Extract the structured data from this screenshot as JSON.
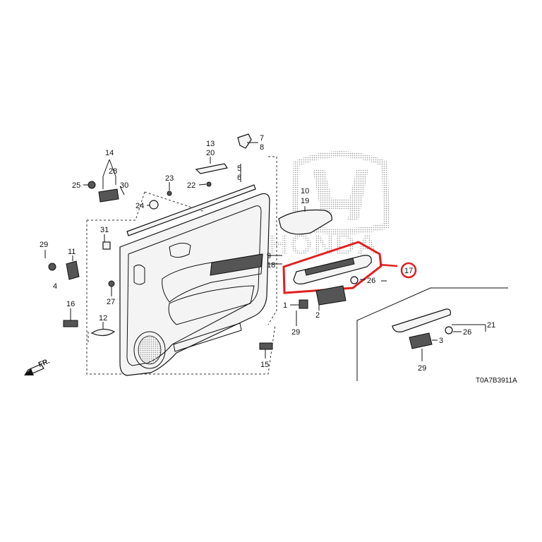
{
  "diagram": {
    "callouts": {
      "c1": "1",
      "c2": "2",
      "c3": "3",
      "c4": "4",
      "c5": "5",
      "c6": "6",
      "c7": "7",
      "c8": "8",
      "c9": "9",
      "c18": "18",
      "c10": "10",
      "c19": "19",
      "c11": "11",
      "c12": "12",
      "c13": "13",
      "c20": "20",
      "c14": "14",
      "c15": "15",
      "c16": "16",
      "c17": "17",
      "c21": "21",
      "c22": "22",
      "c23": "23",
      "c24": "24",
      "c25": "25",
      "c26a": "26",
      "c26b": "26",
      "c27": "27",
      "c28": "28",
      "c29a": "29",
      "c29b": "29",
      "c29c": "29",
      "c30": "30",
      "c31": "31"
    },
    "direction_label": "FR.",
    "brand_logo_text": "HONDA",
    "drawing_code": "T0A7B3911A",
    "highlight_color": "#e02020"
  }
}
